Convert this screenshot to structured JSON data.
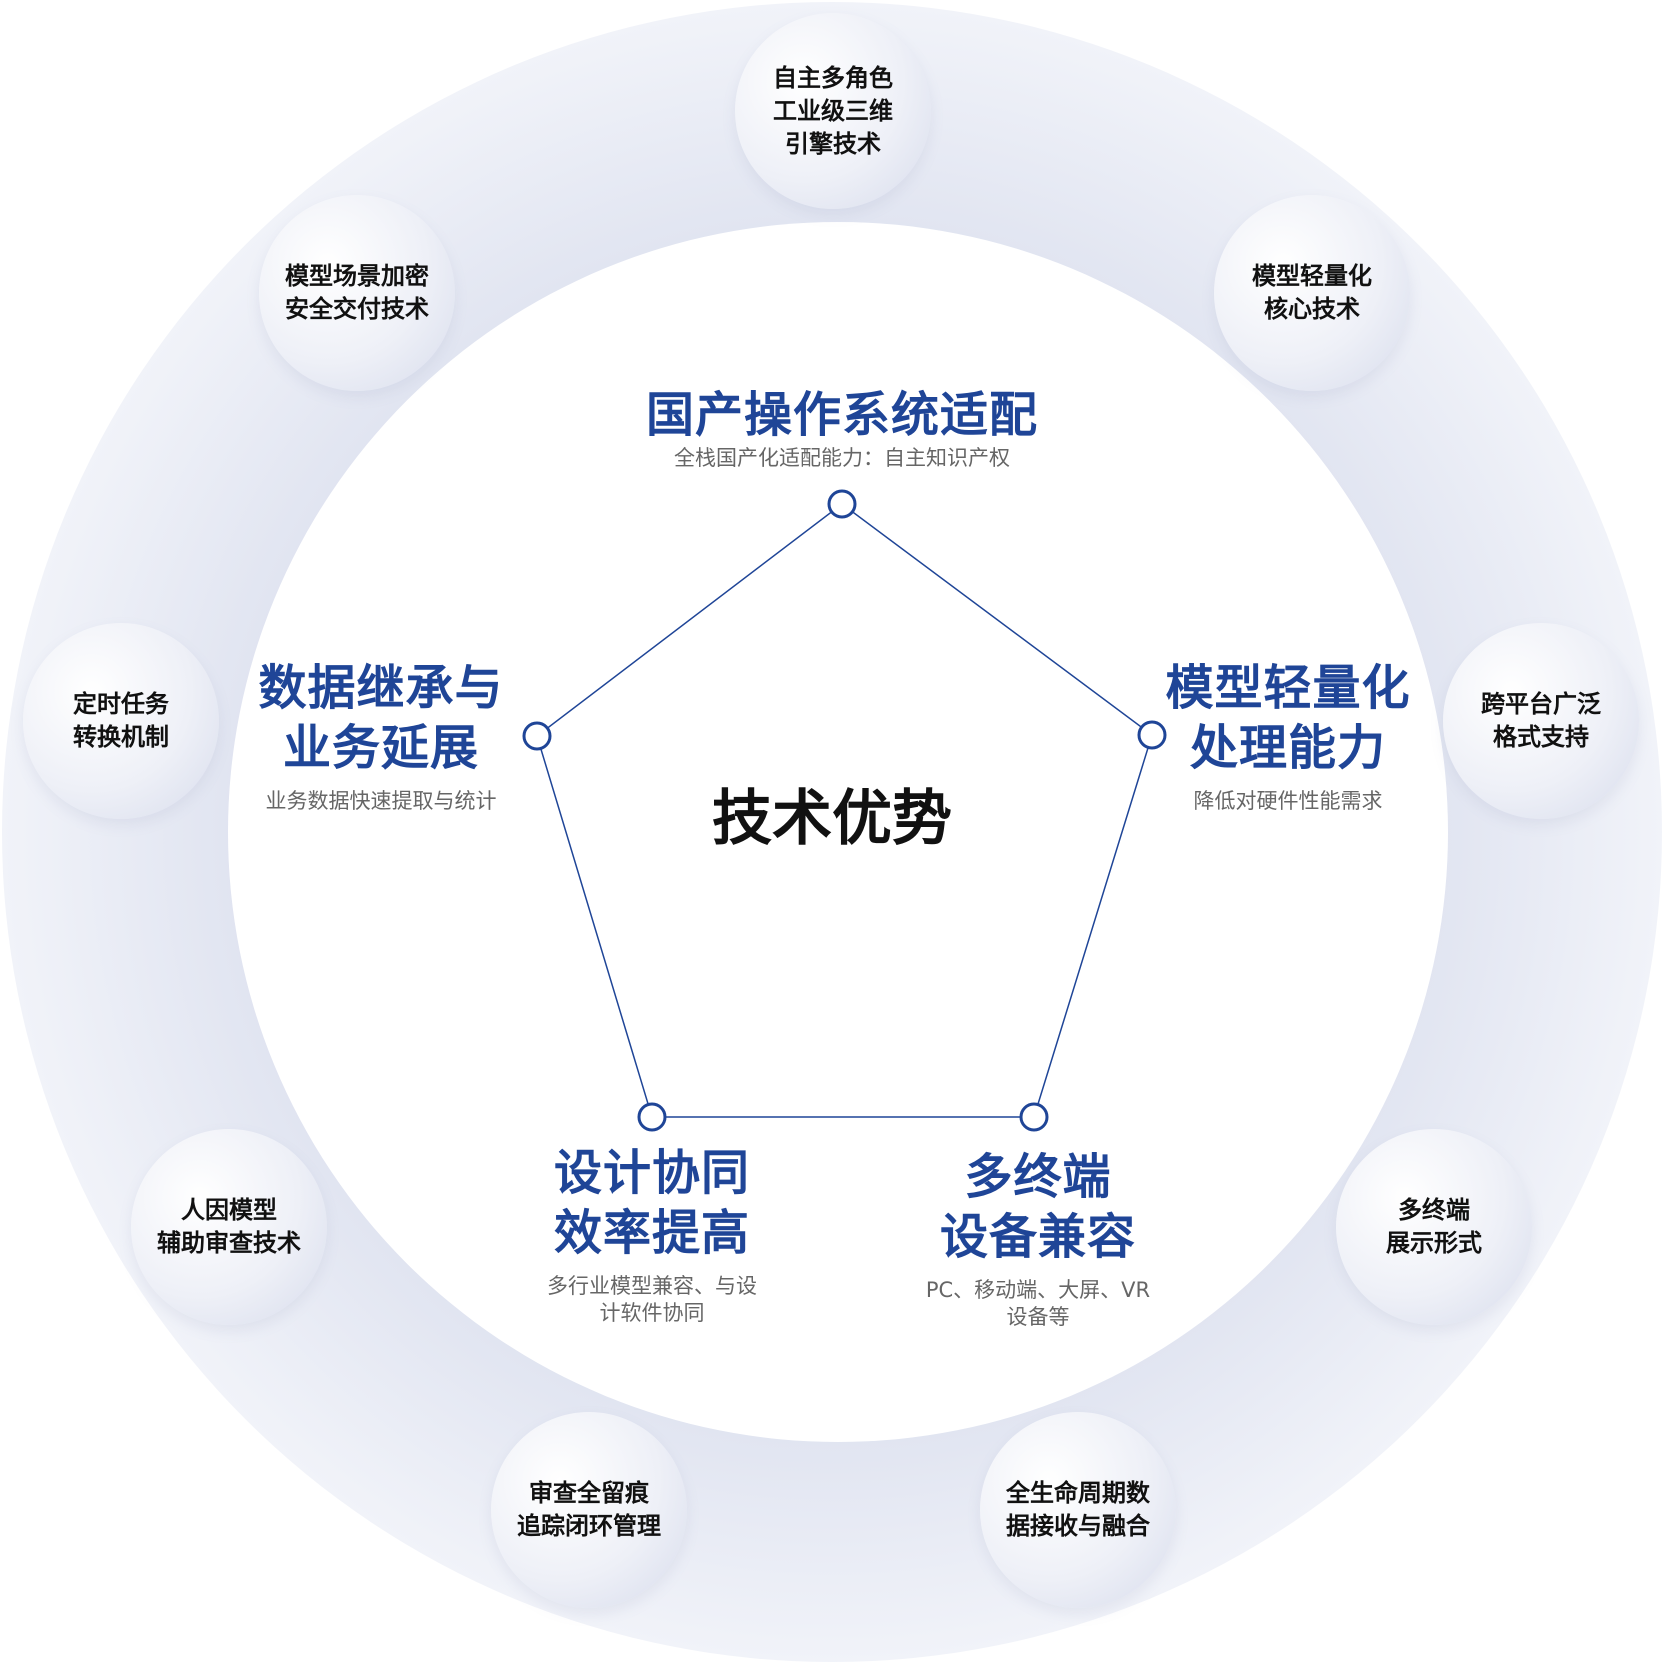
{
  "center_title": "技术优势",
  "colors": {
    "accent": "#1f4597",
    "ring": "#e9ebf5",
    "node_stroke": "#1f4597"
  },
  "pillars": [
    {
      "title": "国产操作系统适配",
      "subtitle": "全栈国产化适配能力：自主知识产权"
    },
    {
      "title": "模型轻量化\n处理能力",
      "subtitle": "降低对硬件性能需求"
    },
    {
      "title": "多终端\n设备兼容",
      "subtitle": "PC、移动端、大屏、VR\n设备等"
    },
    {
      "title": "设计协同\n效率提高",
      "subtitle": "多行业模型兼容、与设\n计软件协同"
    },
    {
      "title": "数据继承与\n业务延展",
      "subtitle": "业务数据快速提取与统计"
    }
  ],
  "ring_items": [
    "自主多角色\n工业级三维\n引擎技术",
    "模型轻量化\n核心技术",
    "跨平台广泛\n格式支持",
    "多终端\n展示形式",
    "全生命周期数\n据接收与融合",
    "审查全留痕\n追踪闭环管理",
    "人因模型\n辅助审查技术",
    "定时任务\n转换机制",
    "模型场景加密\n安全交付技术"
  ]
}
